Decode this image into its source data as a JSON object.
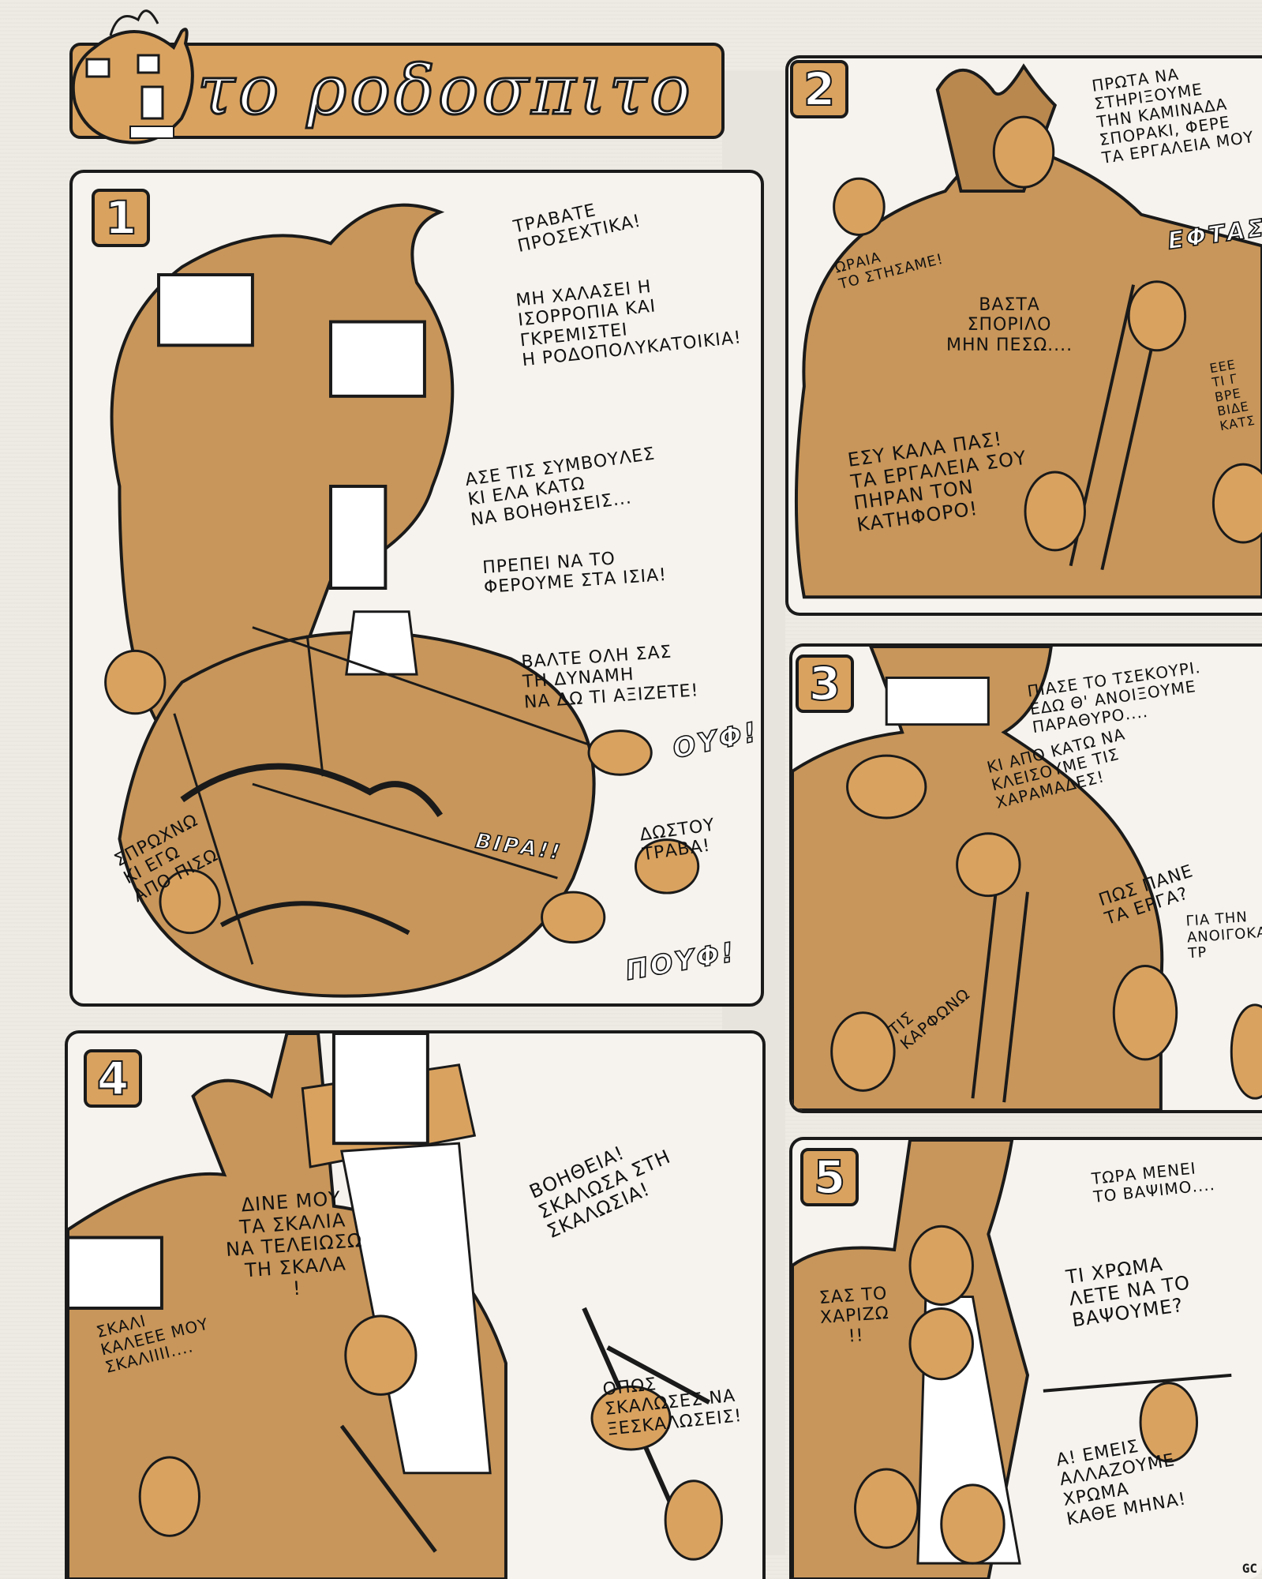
{
  "colors": {
    "fill": "#d9a25f",
    "ink": "#1a1a1a",
    "paper": "#f6f3ee"
  },
  "title": "το ροδοσπιτο",
  "signature": "GC",
  "panels": [
    {
      "number": "1",
      "lines": [
        "ΤΡΑΒΑΤΕ\nΠΡΟΣΕΧΤΙΚΑ!",
        "ΜΗ ΧΑΛΑΣΕΙ Η\nΙΣΟΡΡΟΠΙΑ ΚΑΙ\nΓΚΡΕΜΙΣΤΕΙ\nΗ ΡΟΔΟΠΟΛΥΚΑΤΟΙΚΙΑ!",
        "ΑΣΕ ΤΙΣ ΣΥΜΒΟΥΛΕΣ\nΚΙ ΕΛΑ ΚΑΤΩ\nΝΑ ΒΟΗΘΗΣΕΙΣ...",
        "ΠΡΕΠΕΙ ΝΑ ΤΟ\nΦΕΡΟΥΜΕ ΣΤΑ ΙΣΙΑ!",
        "ΒΑΛΤΕ ΟΛΗ ΣΑΣ\nΤΗ ΔΥΝΑΜΗ\nΝΑ ΔΩ ΤΙ ΑΞΙΖΕΤΕ!",
        "ΣΠΡΩΧΝΩ\nΚΙ ΕΓΩ\nΑΠΟ ΠΙΣΩ",
        "ΔΩΣΤΟΥ\nΤΡΑΒΑ!"
      ],
      "sfx": [
        "ΟΥΦ!",
        "ΒΙΡΑ!!",
        "ΠΟΥΦ!"
      ]
    },
    {
      "number": "2",
      "lines": [
        "ΠΡΩΤΑ ΝΑ\nΣΤΗΡΙΞΟΥΜΕ\nΤΗΝ ΚΑΜΙΝΑΔΑ\nΣΠΟΡΑΚΙ, ΦΕΡΕ\nΤΑ ΕΡΓΑΛΕΙΑ ΜΟΥ",
        "ΩΡΑΙΑ\nΤΟ ΣΤΗΣΑΜΕ!",
        "ΒΑΣΤΑ\nΣΠΟΡΙΛΟ\nΜΗΝ ΠΕΣΩ....",
        "ΕΣΥ ΚΑΛΑ ΠΑΣ!\nΤΑ ΕΡΓΑΛΕΙΑ ΣΟΥ\nΠΗΡΑΝ ΤΟΝ\nΚΑΤΗΦΟΡΟ!",
        "ΕΕΕ\nΤΙ Γ\nΒΡΕ\nΒΙΔΕ\nΚΑΤΣ"
      ],
      "sfx": [
        "ΕΦΤΑΣΑ"
      ]
    },
    {
      "number": "3",
      "lines": [
        "ΠΙΑΣΕ ΤΟ ΤΣΕΚΟΥΡΙ.\nΕΔΩ Θ' ΑΝΟΙΞΟΥΜΕ\nΠΑΡΑΘΥΡΟ....",
        "ΚΙ ΑΠΟ ΚΑΤΩ ΝΑ\nΚΛΕΙΣΟΥΜΕ ΤΙΣ\nΧΑΡΑΜΑΔΕΣ!",
        "ΠΩΣ ΠΑΝΕ\nΤΑ ΕΡΓΑ?",
        "ΓΙΑ ΤΗΝ\nΑΝΟΙΓΟΚΑ\nΤΡ",
        "ΤΙΣ\nΚΑΡΦΩΝΩ"
      ],
      "sfx": []
    },
    {
      "number": "4",
      "lines": [
        "ΒΟΗΘΕΙΑ!\nΣΚΑΛΩΣΑ ΣΤΗ\nΣΚΑΛΩΣΙΑ!",
        "ΔΙΝΕ ΜΟΥ\nΤΑ ΣΚΑΛΙΑ\nΝΑ ΤΕΛΕΙΩΣΩ\nΤΗ ΣΚΑΛΑ\n!",
        "ΣΚΑΛΙ\nΚΑΛΕΕΕ ΜΟΥ\nΣΚΑΛΙΙΙΙ....",
        "ΟΠΩΣ\nΣΚΑΛΩΣΕΣ ΝΑ\nΞΕΣΚΑΛΩΣΕΙΣ!"
      ],
      "sfx": []
    },
    {
      "number": "5",
      "lines": [
        "ΤΩΡΑ ΜΕΝΕΙ\nΤΟ ΒΑΨΙΜΟ....",
        "ΤΙ ΧΡΩΜΑ\nΛΕΤΕ ΝΑ ΤΟ\nΒΑΨΟΥΜΕ?",
        "ΣΑΣ ΤΟ\nΧΑΡΙΖΩ\n!!",
        "Α! ΕΜΕΙΣ\nΑΛΛΑΖΟΥΜΕ\nΧΡΩΜΑ\nΚΑΘΕ ΜΗΝΑ!"
      ],
      "sfx": []
    }
  ]
}
